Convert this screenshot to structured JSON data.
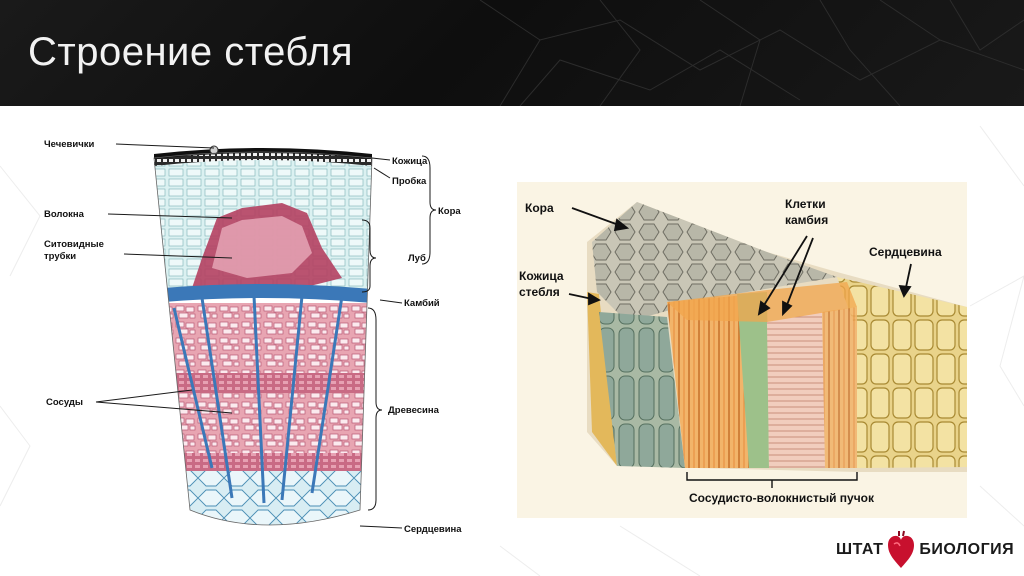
{
  "slide": {
    "title": "Строение стебля"
  },
  "left_diagram": {
    "labels": {
      "lenticels": "Чечевички",
      "fibers": "Волокна",
      "sieve_tubes_line1": "Ситовидные",
      "sieve_tubes_line2": "трубки",
      "vessels": "Сосуды",
      "skin": "Кожица",
      "cork": "Пробка",
      "bark": "Кора",
      "phloem": "Луб",
      "cambium": "Камбий",
      "wood": "Древесина",
      "pith": "Сердцевина"
    }
  },
  "right_diagram": {
    "labels": {
      "bark": "Кора",
      "cambium_cells_line1": "Клетки",
      "cambium_cells_line2": "камбия",
      "pith": "Сердцевина",
      "stem_skin_line1": "Кожица",
      "stem_skin_line2": "стебля",
      "bundle": "Сосудисто-волокнистый пучок"
    }
  },
  "logo": {
    "left_text": "ШТАТ",
    "right_text": "БИОЛОГИЯ",
    "icon": "heart-icon"
  },
  "colors": {
    "header_bg": "#141414",
    "title_text": "#f2f2f2",
    "xylem_pink": "#d9869a",
    "cambium_blue": "#3b78b8",
    "bark_cyan": "#cde9ea",
    "logo_red": "#c8102e"
  }
}
